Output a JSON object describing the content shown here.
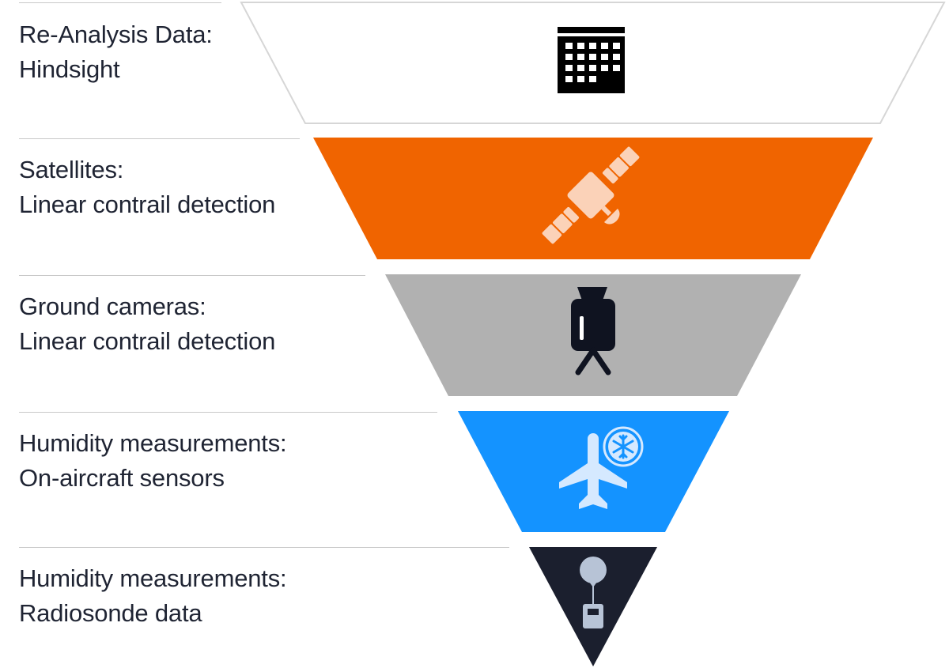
{
  "levels": [
    {
      "title": "Re-Analysis Data:",
      "subtitle": "Hindsight",
      "icon": "calendar-icon",
      "color": "#ffffff",
      "border": "#d6d6d6"
    },
    {
      "title": "Satellites:",
      "subtitle": "Linear contrail detection",
      "icon": "satellite-icon",
      "color": "#f06400",
      "border": "none"
    },
    {
      "title": "Ground cameras:",
      "subtitle": "Linear contrail detection",
      "icon": "ground-camera-icon",
      "color": "#b1b1b1",
      "border": "none"
    },
    {
      "title": "Humidity measurements:",
      "subtitle": "On-aircraft sensors",
      "icon": "airplane-snowflake-icon",
      "color": "#1493ff",
      "border": "none"
    },
    {
      "title": "Humidity measurements:",
      "subtitle": "Radiosonde data",
      "icon": "weather-balloon-icon",
      "color": "#1b1f2e",
      "border": "none"
    }
  ]
}
